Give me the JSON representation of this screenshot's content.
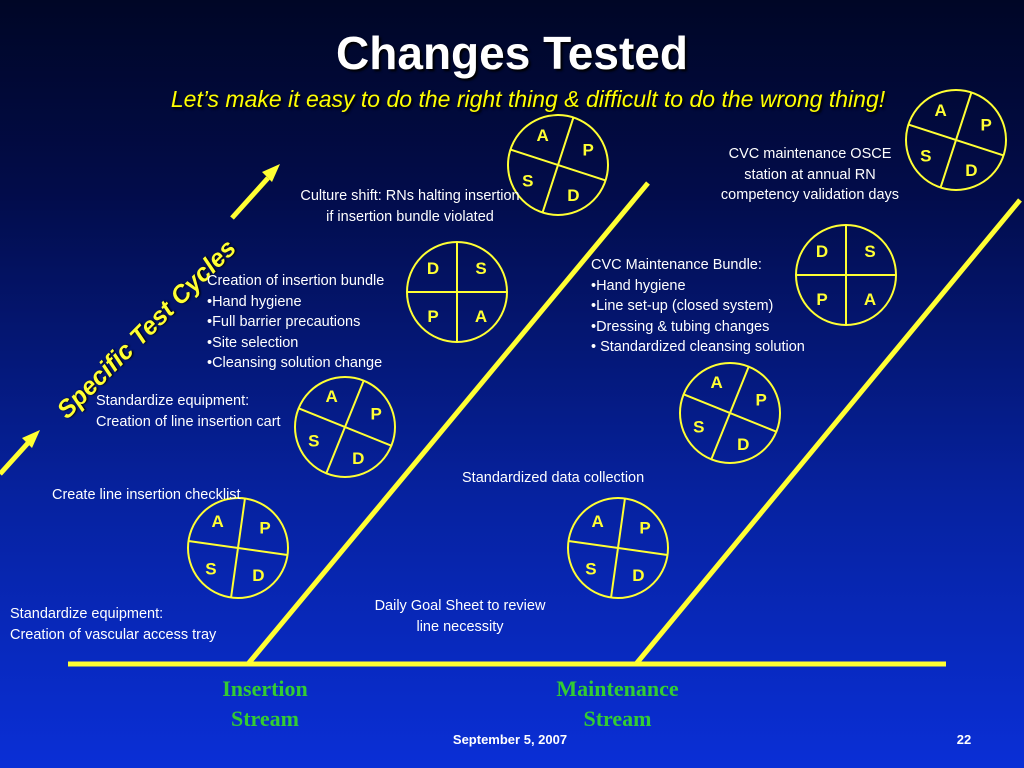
{
  "title": "Changes Tested",
  "subtitle": "Let’s make it easy to do the right thing & difficult to do the wrong thing!",
  "cycles_label": "Specific Test Cycles",
  "notes": {
    "culture_shift": [
      "Culture shift: RNs halting insertion",
      "if insertion bundle violated"
    ],
    "cvc_osce": [
      "CVC maintenance OSCE",
      "station at annual RN",
      "competency validation days"
    ],
    "insertion_bundle": [
      "Creation of insertion bundle",
      "•Hand hygiene",
      "•Full barrier precautions",
      "•Site selection",
      "•Cleansing solution change"
    ],
    "maintenance_bundle": [
      "CVC Maintenance Bundle:",
      "•Hand hygiene",
      "•Line set-up (closed system)",
      "•Dressing & tubing changes",
      "• Standardized cleansing solution"
    ],
    "insertion_cart": [
      "Standardize equipment:",
      "Creation of line insertion cart"
    ],
    "data_collection": [
      "Standardized data collection"
    ],
    "checklist": [
      "Create line insertion checklist"
    ],
    "vascular_tray": [
      "Standardize equipment:",
      "Creation of vascular access tray"
    ],
    "daily_goal": [
      "Daily Goal Sheet to review",
      "line necessity"
    ]
  },
  "streams": {
    "insertion": [
      "Insertion",
      "Stream"
    ],
    "maintenance": [
      "Maintenance",
      "Stream"
    ]
  },
  "pdsa_letters": {
    "plan": "P",
    "do": "D",
    "study": "S",
    "act": "A"
  },
  "footer": {
    "date": "September 5, 2007",
    "page": "22"
  },
  "colors": {
    "line": "#ffff33",
    "stream_text": "#33cc33",
    "subtitle": "#ffff00"
  }
}
